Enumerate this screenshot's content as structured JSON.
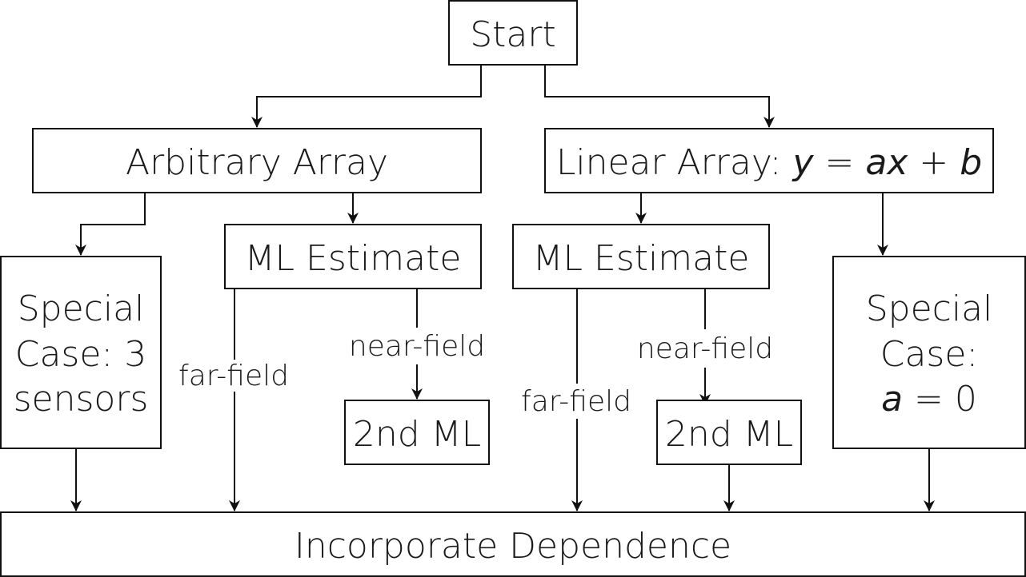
{
  "nodes": {
    "start": "Start",
    "arbitrary_array": "Arbitrary Array",
    "linear_array": {
      "prefix": "Linear Array: ",
      "var_y": "y",
      "eq": " = ",
      "var_a": "a",
      "var_x": "x",
      "plus": " + ",
      "var_b": "b"
    },
    "special_case_3": [
      "Special",
      "Case: 3",
      "sensors"
    ],
    "ml_estimate_left": "ML Estimate",
    "ml_estimate_right": "ML Estimate",
    "second_ml_left": "2nd ML",
    "second_ml_right": "2nd ML",
    "special_case_a0": {
      "line1": "Special",
      "line2": "Case:",
      "var_a": "a",
      "rest": " = 0"
    },
    "incorporate_dependence": "Incorporate Dependence"
  },
  "edge_labels": {
    "far_field_left": "far-field",
    "near_field_left": "near-field",
    "far_field_right": "far-field",
    "near_field_right": "near-field"
  }
}
